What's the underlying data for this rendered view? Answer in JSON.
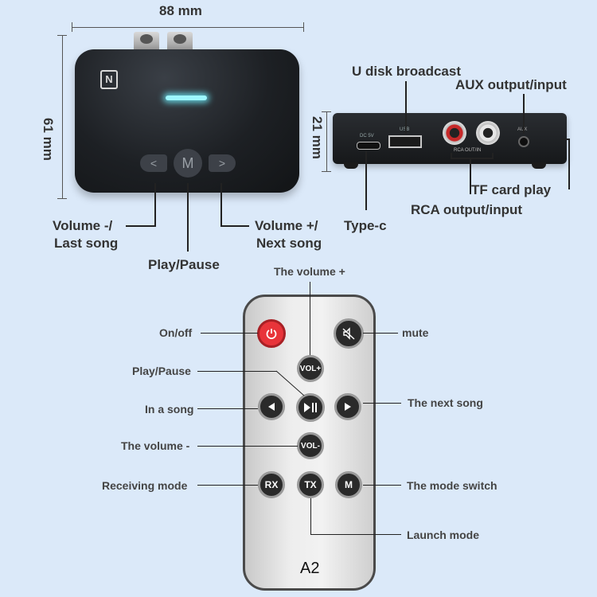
{
  "dimensions": {
    "width": "88 mm",
    "height": "61 mm",
    "depth": "21 mm"
  },
  "top_view": {
    "nfc_symbol": "N",
    "buttons": {
      "prev": "<",
      "mode": "M",
      "next": ">"
    },
    "labels": {
      "volume_down_line1": "Volume -/",
      "volume_down_line2": "Last song",
      "play_pause": "Play/Pause",
      "volume_up_line1": "Volume +/",
      "volume_up_line2": "Next song"
    }
  },
  "side_view": {
    "dc_text": "DC 5V",
    "usb_text": "USB",
    "rca_text": "RCA OUT/IN",
    "aux_text": "AUX",
    "labels": {
      "u_disk": "U disk broadcast",
      "aux": "AUX output/input",
      "tf": "TF card play",
      "rca": "RCA output/input",
      "typec": "Type-c"
    }
  },
  "remote": {
    "model": "A2",
    "buttons": {
      "vol_up": "VOL+",
      "vol_down": "VOL-",
      "rx": "RX",
      "tx": "TX",
      "mode": "M"
    },
    "labels": {
      "volume_up": "The volume +",
      "on_off": "On/off",
      "mute": "mute",
      "play_pause": "Play/Pause",
      "prev": "In a song",
      "next": "The next song",
      "volume_down": "The volume -",
      "receiving": "Receiving mode",
      "mode_switch": "The mode switch",
      "launch": "Launch mode"
    }
  },
  "colors": {
    "background": "#dbe9f9",
    "power": "#e8343a",
    "led": "#9ef7ff"
  }
}
